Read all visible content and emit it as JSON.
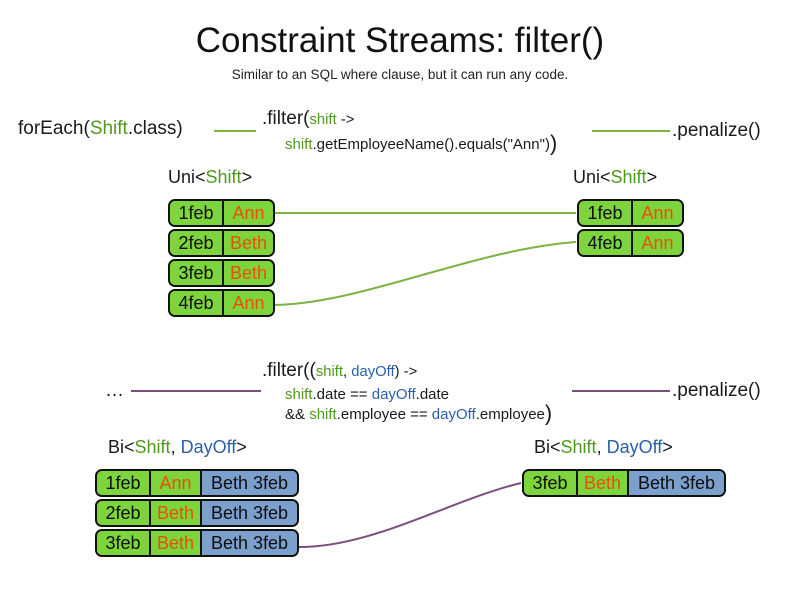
{
  "header": {
    "title": "Constraint Streams: filter()",
    "subtitle": "Similar to an SQL where clause, but it can run any code."
  },
  "pipeline_top": {
    "source_prefix": "forEach(",
    "source_type": "Shift",
    "source_suffix": ".class)",
    "filter_line1_prefix": ".filter(",
    "filter_line1_var": "shift",
    "filter_line1_suffix": " ->",
    "filter_line2_var": "shift",
    "filter_line2_body": ".getEmployeeName().equals(\"Ann\")",
    "filter_line2_close": ")",
    "penalize": ".penalize()"
  },
  "pipeline_bottom": {
    "source": "…",
    "filter_line1_prefix": ".filter((",
    "filter_line1_var1": "shift",
    "filter_line1_sep": ", ",
    "filter_line1_var2": "dayOff",
    "filter_line1_suffix": ") ->",
    "filter_line2_var1": "shift",
    "filter_line2_mid": ".date == ",
    "filter_line2_var2": "dayOff",
    "filter_line2_end": ".date",
    "filter_line3_op": "&& ",
    "filter_line3_var1": "shift",
    "filter_line3_mid": ".employee == ",
    "filter_line3_var2": "dayOff",
    "filter_line3_end": ".employee",
    "filter_line3_close": ")",
    "penalize": ".penalize()"
  },
  "labels": {
    "uni_left": {
      "prefix": "Uni<",
      "type": "Shift",
      "suffix": ">"
    },
    "uni_right": {
      "prefix": "Uni<",
      "type": "Shift",
      "suffix": ">"
    },
    "bi_left": {
      "prefix": "Bi<",
      "type1": "Shift",
      "sep": ", ",
      "type2": "DayOff",
      "suffix": ">"
    },
    "bi_right": {
      "prefix": "Bi<",
      "type1": "Shift",
      "sep": ", ",
      "type2": "DayOff",
      "suffix": ">"
    }
  },
  "tables": {
    "uni_left": {
      "rows": [
        {
          "date": "1feb",
          "name": "Ann"
        },
        {
          "date": "2feb",
          "name": "Beth"
        },
        {
          "date": "3feb",
          "name": "Beth"
        },
        {
          "date": "4feb",
          "name": "Ann"
        }
      ]
    },
    "uni_right": {
      "rows": [
        {
          "date": "1feb",
          "name": "Ann"
        },
        {
          "date": "4feb",
          "name": "Ann"
        }
      ]
    },
    "bi_left": {
      "rows": [
        {
          "date": "1feb",
          "name": "Ann",
          "dayoff": "Beth 3feb"
        },
        {
          "date": "2feb",
          "name": "Beth",
          "dayoff": "Beth 3feb"
        },
        {
          "date": "3feb",
          "name": "Beth",
          "dayoff": "Beth 3feb"
        }
      ]
    },
    "bi_right": {
      "rows": [
        {
          "date": "3feb",
          "name": "Beth",
          "dayoff": "Beth 3feb"
        }
      ]
    }
  },
  "colors": {
    "shift_green": "#7DD43C",
    "dayoff_blue": "#7BA0CE",
    "name_orange": "#E8500A",
    "type_green": "#4f9a1c",
    "type_blue": "#2b5fa8",
    "wire_green": "#7CB342",
    "wire_purple": "#7B4F7B",
    "border_black": "#111111"
  }
}
